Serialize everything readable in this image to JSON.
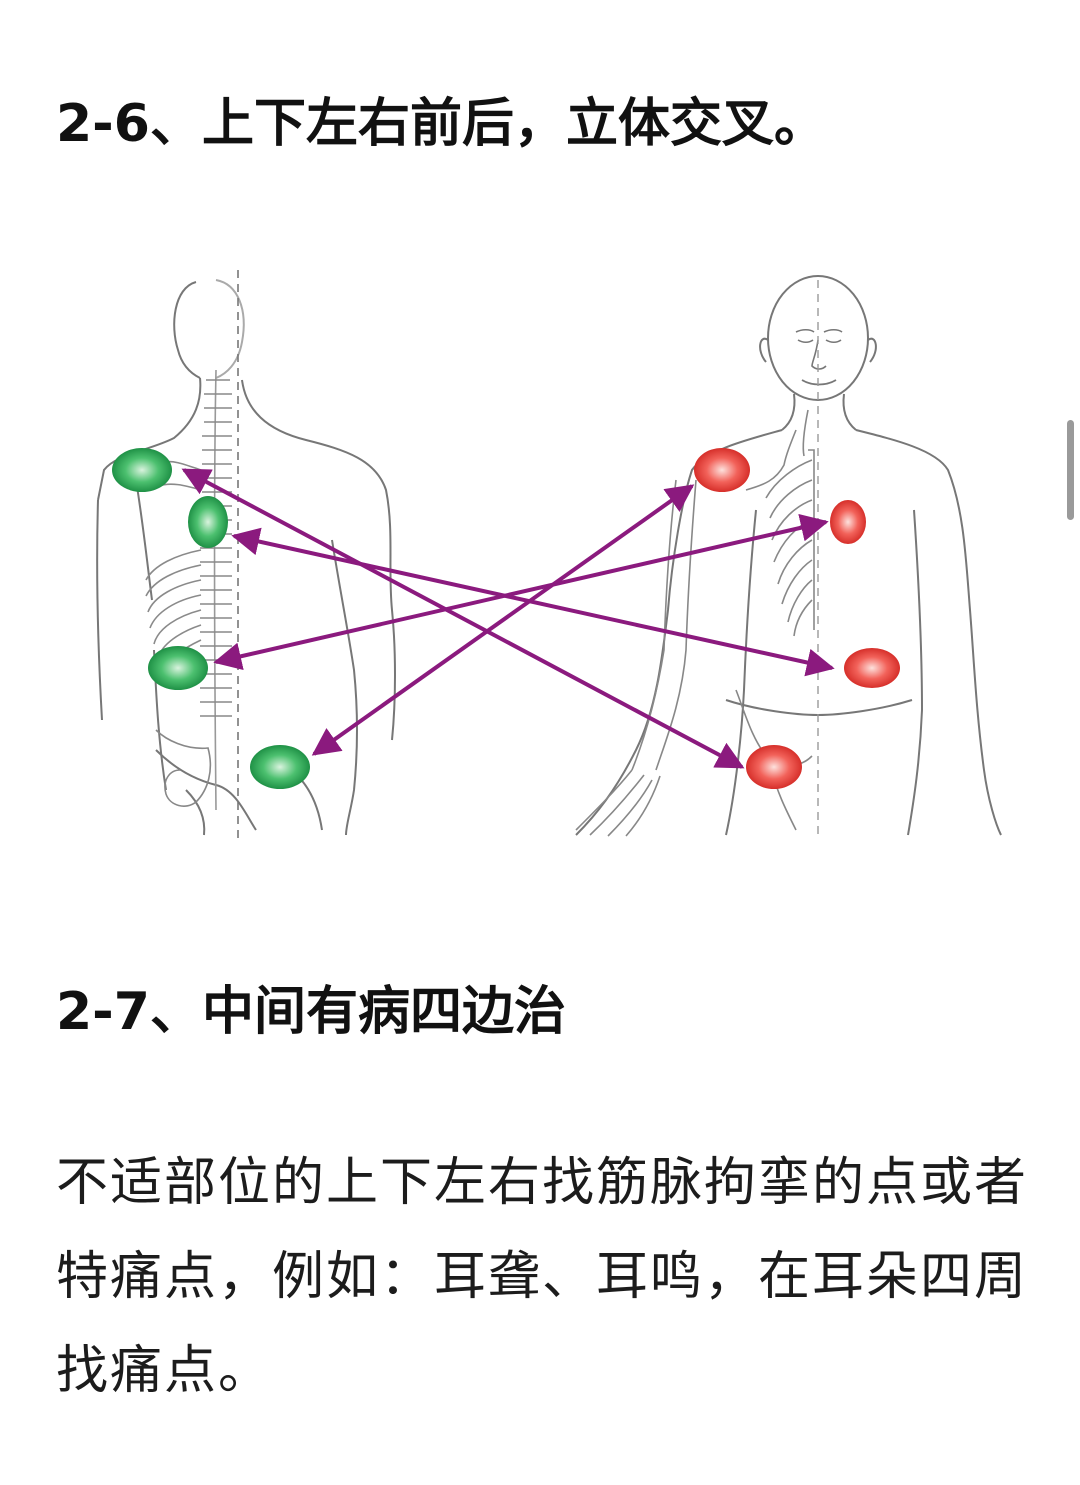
{
  "article": {
    "section_2_6": {
      "title": "2-6、上下左右前后，立体交叉。"
    },
    "section_2_7": {
      "title": "2-7、中间有病四边治",
      "body": "不适部位的上下左右找筋脉拘挛的点或者特痛点，例如：耳聋、耳鸣，在耳朵四周找痛点。"
    }
  },
  "figure": {
    "back_point_color": "#2fae5c",
    "front_point_color": "#e8443c",
    "arrow_color": "#8b1a7e",
    "outline_color": "#777777",
    "icons": [
      "human-back-view",
      "human-front-view",
      "skeleton"
    ]
  }
}
